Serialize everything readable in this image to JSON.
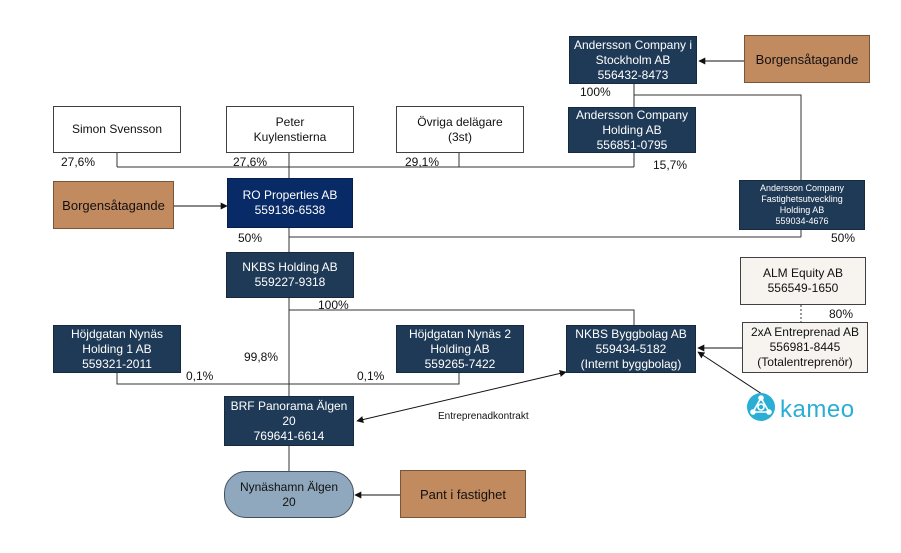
{
  "colors": {
    "navy": "#1f3a56",
    "navy_dark": "#082a66",
    "brown": "#c28a5f",
    "oval": "#8fa8bd",
    "cream": "#f7f3ee",
    "kameo": "#2aaed4"
  },
  "nodes": {
    "andersson_stockholm": [
      "Andersson Company i",
      "Stockholm AB",
      "556432-8473"
    ],
    "borgen_top": "Borgensåtagande",
    "andersson_holding": [
      "Andersson Company",
      "Holding AB",
      "556851-0795"
    ],
    "simon": "Simon Svensson",
    "peter": [
      "Peter",
      "Kuylenstierna"
    ],
    "ovriga": [
      "Övriga delägare",
      "(3st)"
    ],
    "borgen_left": "Borgensåtagande",
    "ro_properties": [
      "RO Properties AB",
      "559136-6538"
    ],
    "andersson_fastighet": [
      "Andersson Company",
      "Fastighetsutveckling",
      "Holding AB",
      "559034-4676"
    ],
    "nkbs_holding": [
      "NKBS Holding AB",
      "559227-9318"
    ],
    "alm_equity": [
      "ALM Equity AB",
      "556549-1650"
    ],
    "hojdgatan1": [
      "Höjdgatan Nynäs",
      "Holding 1 AB",
      "559321-2011"
    ],
    "hojdgatan2": [
      "Höjdgatan Nynäs 2",
      "Holding AB",
      "559265-7422"
    ],
    "nkbs_bygg": [
      "NKBS Byggbolag AB",
      "559434-5182",
      "(Internt byggbolag)"
    ],
    "twoxa": [
      "2xA Entreprenad AB",
      "556981-8445",
      "(Totalentreprenör)"
    ],
    "brf": [
      "BRF Panorama Älgen",
      "20",
      "769641-6614"
    ],
    "nynashamn": [
      "Nynäshamn Älgen",
      "20"
    ],
    "pant": "Pant i fastighet"
  },
  "percentages": {
    "stockholm_to_holding": "100%",
    "simon": "27,6%",
    "peter": "27,6%",
    "ovriga": "29,1%",
    "andersson_holding": "15,7%",
    "ro_to_nkbs": "50%",
    "fastighet_to_nkbs": "50%",
    "nkbs_to_bygg": "100%",
    "alm_to_2xa": "80%",
    "hojd1_to_brf": "0,1%",
    "nkbs_to_brf": "99,8%",
    "hojd2_to_brf": "0,1%"
  },
  "edge_labels": {
    "entreprenad": "Entreprenadkontrakt"
  },
  "logo": {
    "text": "kameo",
    "icon": "kameo-logo-icon"
  }
}
